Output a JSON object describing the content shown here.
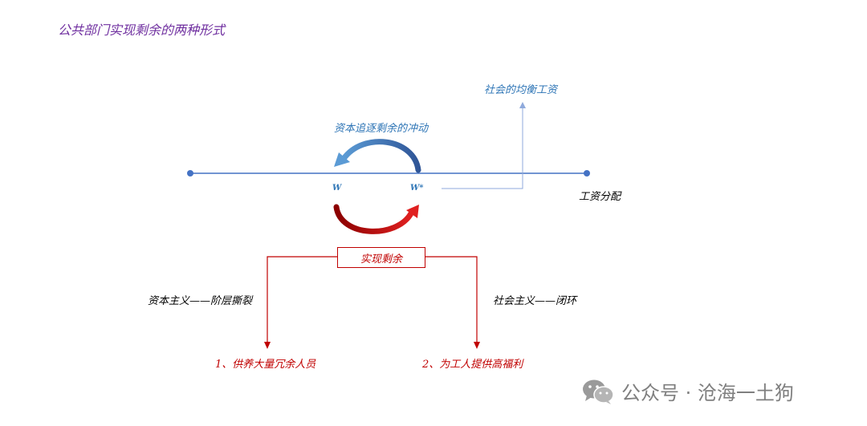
{
  "title": "公共部门实现剩余的两种形式",
  "labels": {
    "equilibrium_wage": "社会的均衡工资",
    "capital_impulse": "资本追逐剩余的冲动",
    "w": "W",
    "w_star": "W*",
    "wage_distribution": "工资分配",
    "realize_surplus": "实现剩余",
    "capitalism": "资本主义——阶层撕裂",
    "socialism": "社会主义——闭环",
    "result_capitalism": "1、供养大量冗余人员",
    "result_socialism": "2、为工人提供高福利"
  },
  "watermark": {
    "icon": "wechat-icon",
    "text": "公众号 · 沧海一土狗"
  },
  "colors": {
    "title": "#7030a0",
    "blue": "#4472c4",
    "blue_text": "#2e75b6",
    "red": "#c00000"
  }
}
